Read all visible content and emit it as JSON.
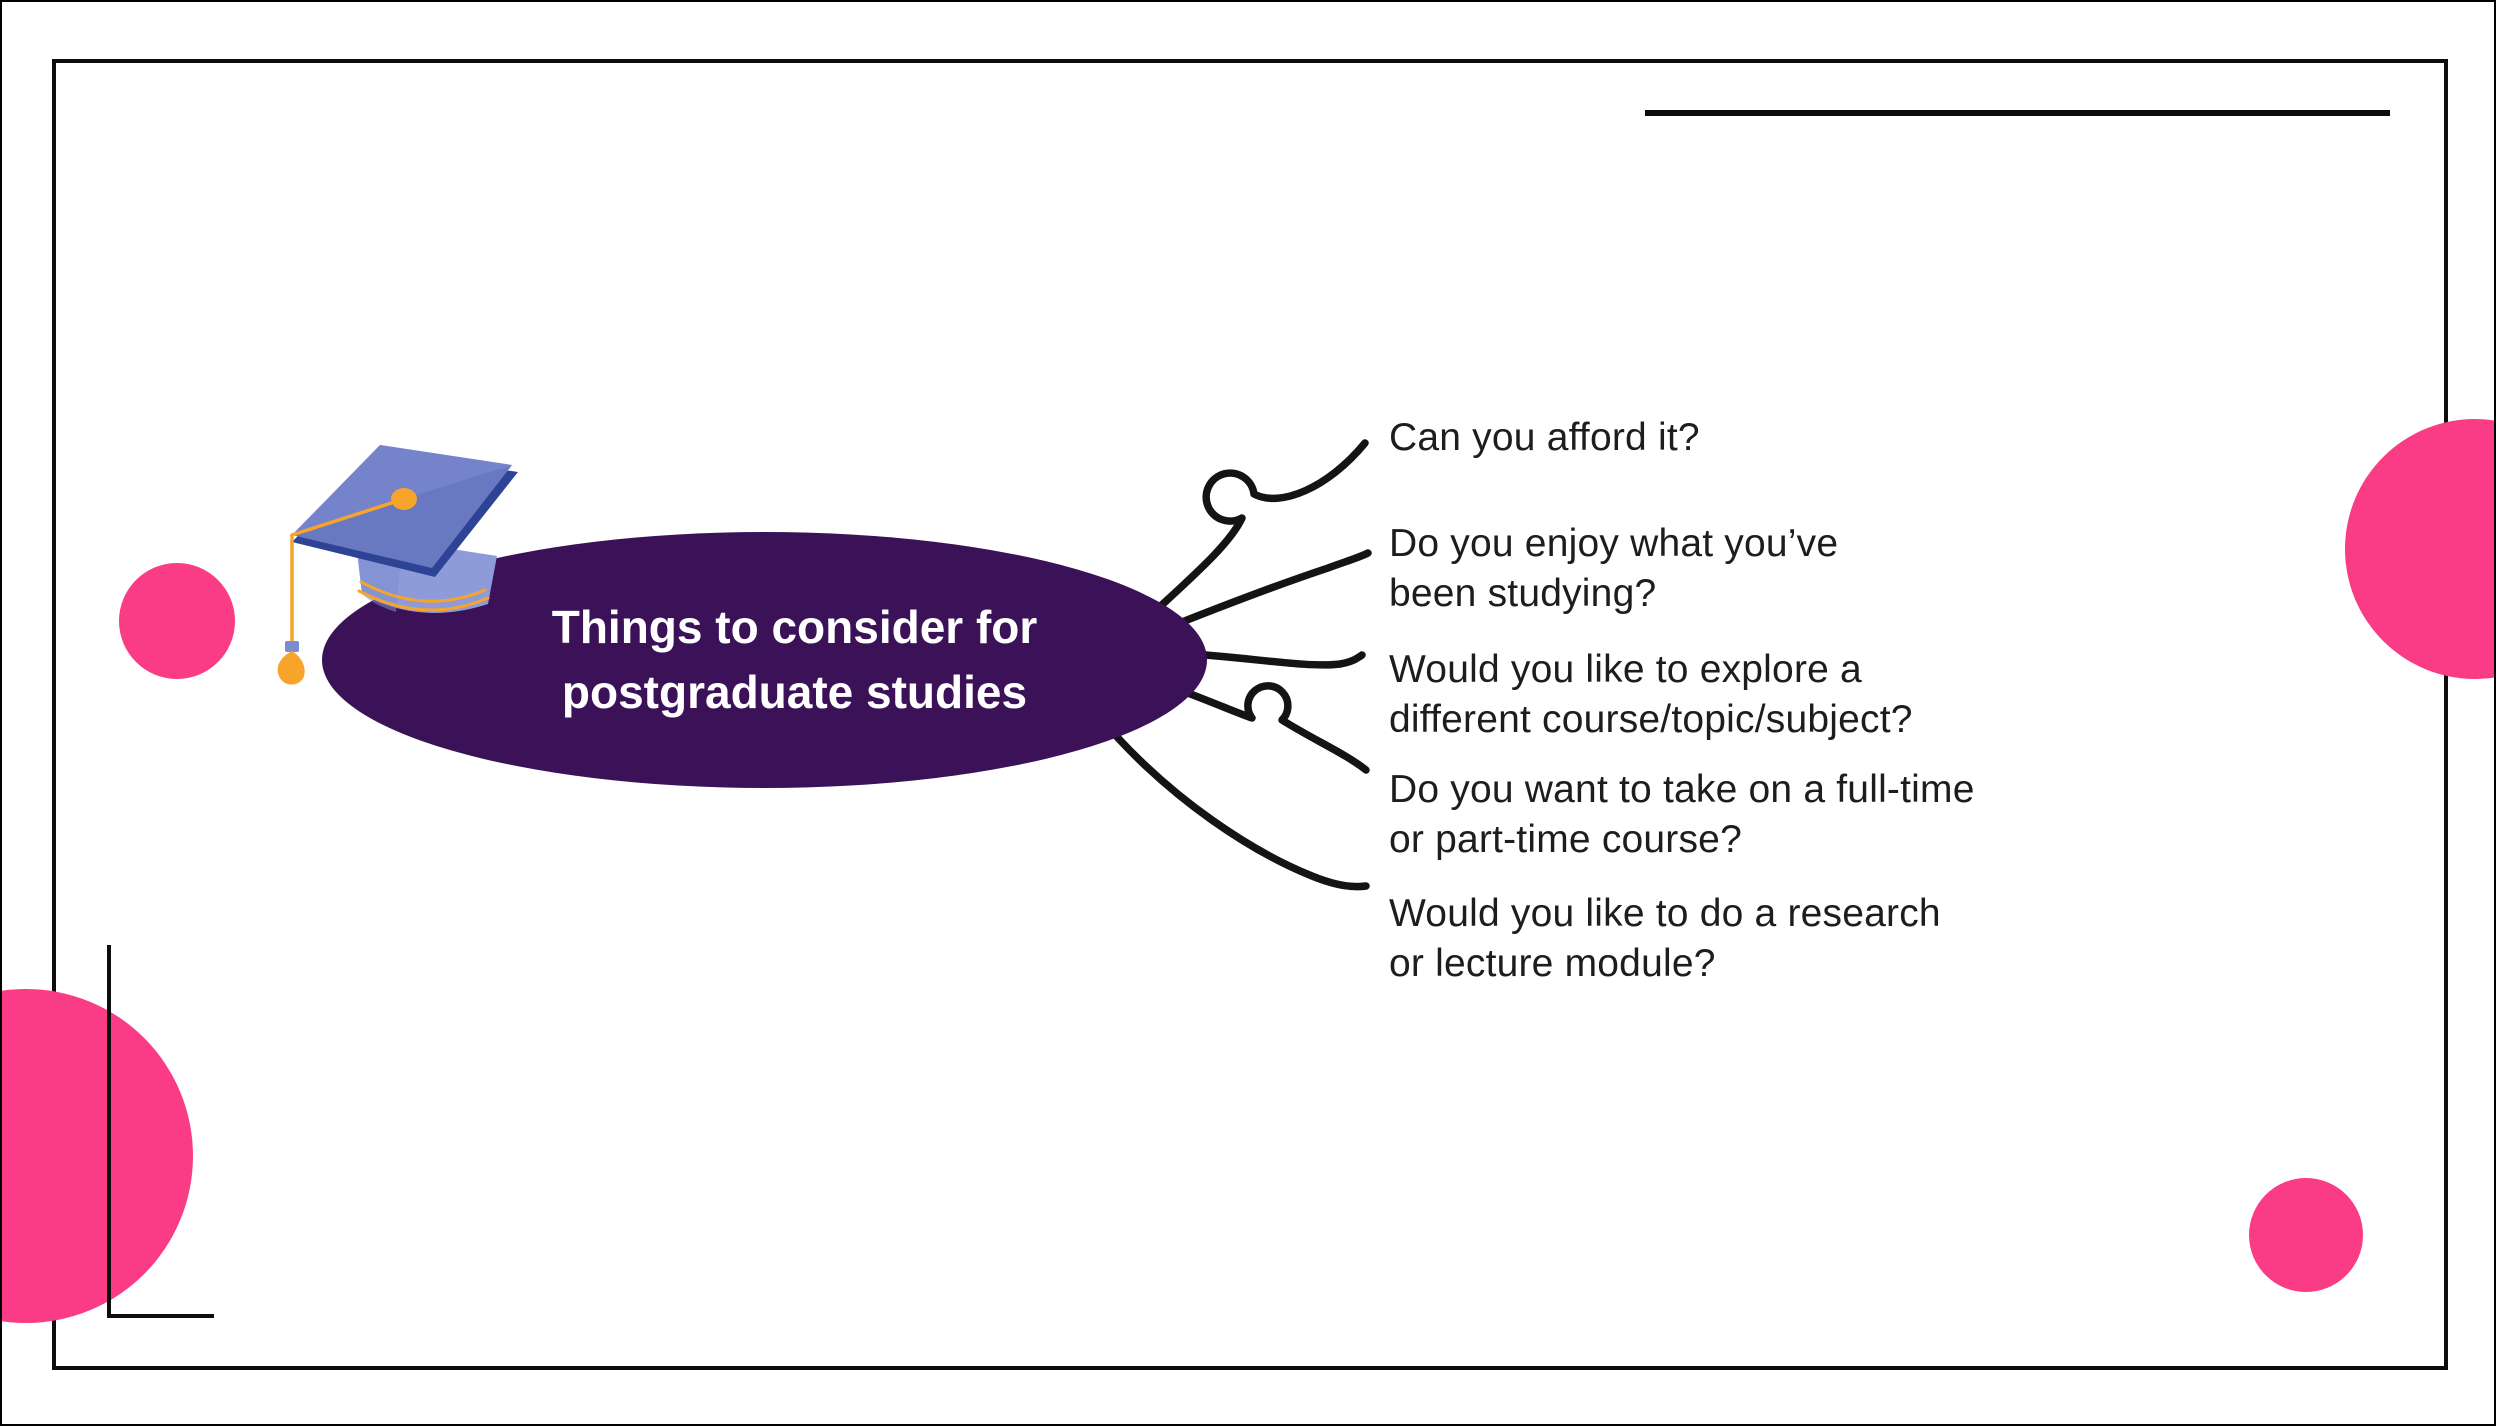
{
  "poster": {
    "center": {
      "title": "Things to consider for\npostgraduate studies",
      "icon": "graduation-cap-icon"
    },
    "questions": [
      "Can you afford it?",
      "Do you enjoy what you’ve\nbeen studying?",
      "Would you like to explore a\ndifferent course/topic/subject?",
      "Do you want to take on a full-time\nor part-time course?",
      "Would you like to do a research\nor lecture module?"
    ],
    "colors": {
      "pink": "#F93C85",
      "purple": "#3B1257",
      "ink": "#141414",
      "text": "#1D1D1D",
      "cap_blue": "#6C7DC6",
      "cap_blue_dark": "#2E4396",
      "crown_blue": "#8D9BD8",
      "tassel_orange": "#F6A42C"
    }
  }
}
